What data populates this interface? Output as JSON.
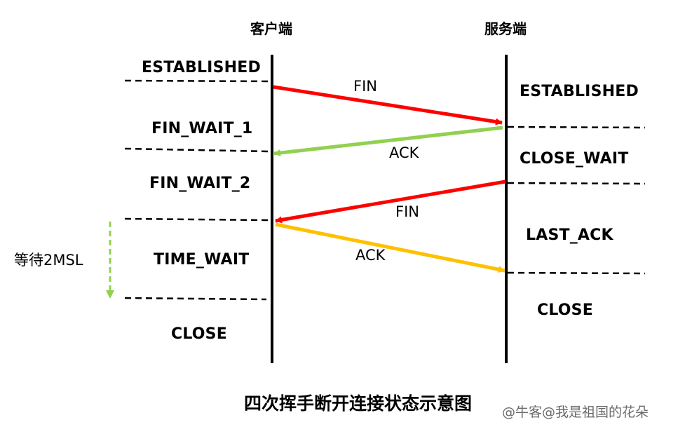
{
  "headers": {
    "client": "客户端",
    "server": "服务端"
  },
  "client_states": [
    "ESTABLISHED",
    "FIN_WAIT_1",
    "FIN_WAIT_2",
    "TIME_WAIT",
    "CLOSE"
  ],
  "server_states": [
    "ESTABLISHED",
    "CLOSE_WAIT",
    "LAST_ACK",
    "CLOSE"
  ],
  "messages": [
    {
      "label": "FIN",
      "direction": "client-to-server",
      "color": "#ff0000"
    },
    {
      "label": "ACK",
      "direction": "server-to-client",
      "color": "#92d050"
    },
    {
      "label": "FIN",
      "direction": "server-to-client",
      "color": "#ff0000"
    },
    {
      "label": "ACK",
      "direction": "client-to-server",
      "color": "#ffc000"
    }
  ],
  "wait_label": "等待2MSL",
  "wait_color": "#92d050",
  "caption": "四次挥手断开连接状态示意图",
  "watermark": "@牛客@我是祖国的花朵"
}
